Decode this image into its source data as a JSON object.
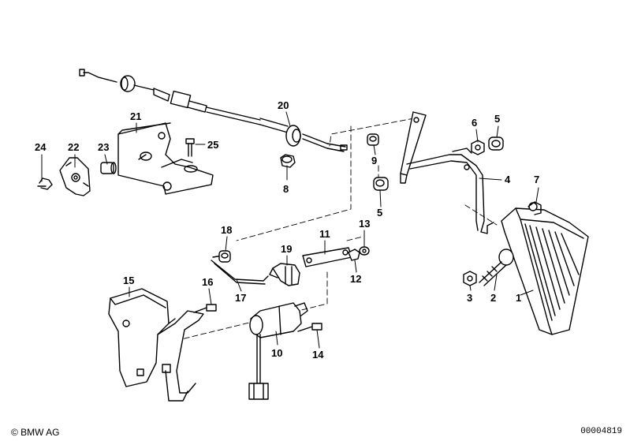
{
  "diagram": {
    "parts": [
      {
        "id": "p1",
        "number": "1"
      },
      {
        "id": "p2",
        "number": "2"
      },
      {
        "id": "p3",
        "number": "3"
      },
      {
        "id": "p4",
        "number": "4"
      },
      {
        "id": "p5a",
        "number": "5"
      },
      {
        "id": "p5b",
        "number": "5"
      },
      {
        "id": "p6",
        "number": "6"
      },
      {
        "id": "p7",
        "number": "7"
      },
      {
        "id": "p8",
        "number": "8"
      },
      {
        "id": "p9",
        "number": "9"
      },
      {
        "id": "p10",
        "number": "10"
      },
      {
        "id": "p11",
        "number": "11"
      },
      {
        "id": "p12",
        "number": "12"
      },
      {
        "id": "p13",
        "number": "13"
      },
      {
        "id": "p14",
        "number": "14"
      },
      {
        "id": "p15",
        "number": "15"
      },
      {
        "id": "p16",
        "number": "16"
      },
      {
        "id": "p17",
        "number": "17"
      },
      {
        "id": "p18",
        "number": "18"
      },
      {
        "id": "p19",
        "number": "19"
      },
      {
        "id": "p20",
        "number": "20"
      },
      {
        "id": "p21",
        "number": "21"
      },
      {
        "id": "p22",
        "number": "22"
      },
      {
        "id": "p23",
        "number": "23"
      },
      {
        "id": "p24",
        "number": "24"
      },
      {
        "id": "p25",
        "number": "25"
      }
    ]
  },
  "footer": {
    "copyright": "© BMW AG",
    "document_number": "00004819"
  }
}
